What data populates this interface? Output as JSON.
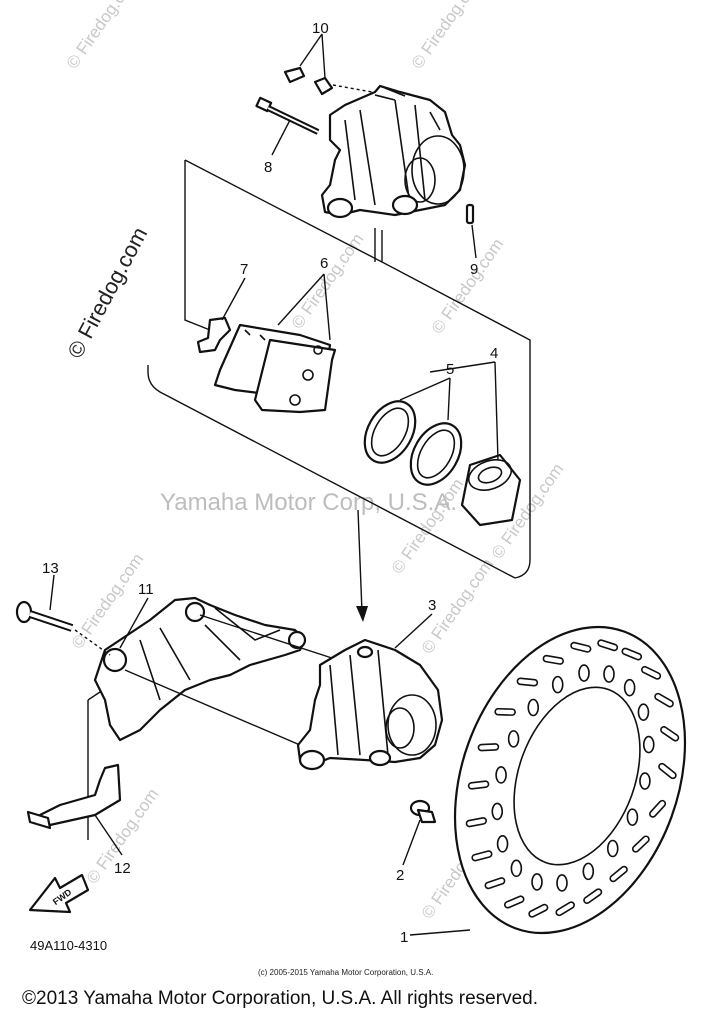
{
  "callouts": [
    {
      "id": "1",
      "label": "1"
    },
    {
      "id": "2",
      "label": "2"
    },
    {
      "id": "3",
      "label": "3"
    },
    {
      "id": "4",
      "label": "4"
    },
    {
      "id": "5",
      "label": "5"
    },
    {
      "id": "6",
      "label": "6"
    },
    {
      "id": "7",
      "label": "7"
    },
    {
      "id": "8",
      "label": "8"
    },
    {
      "id": "9",
      "label": "9"
    },
    {
      "id": "10",
      "label": "10"
    },
    {
      "id": "11",
      "label": "11"
    },
    {
      "id": "12",
      "label": "12"
    },
    {
      "id": "13",
      "label": "13"
    }
  ],
  "diagram_code": "49A110-4310",
  "direction_arrow_text": "FWD",
  "center_watermark": "Yamaha Motor Corp, U.S.A.",
  "side_watermark": "© Firedog.com",
  "repeat_watermark": "© Firedog.com",
  "small_copyright": "(c) 2005-2015 Yamaha Motor Corporation, U.S.A.",
  "footer_copyright": "©2013 Yamaha Motor Corporation, U.S.A. All rights reserved."
}
